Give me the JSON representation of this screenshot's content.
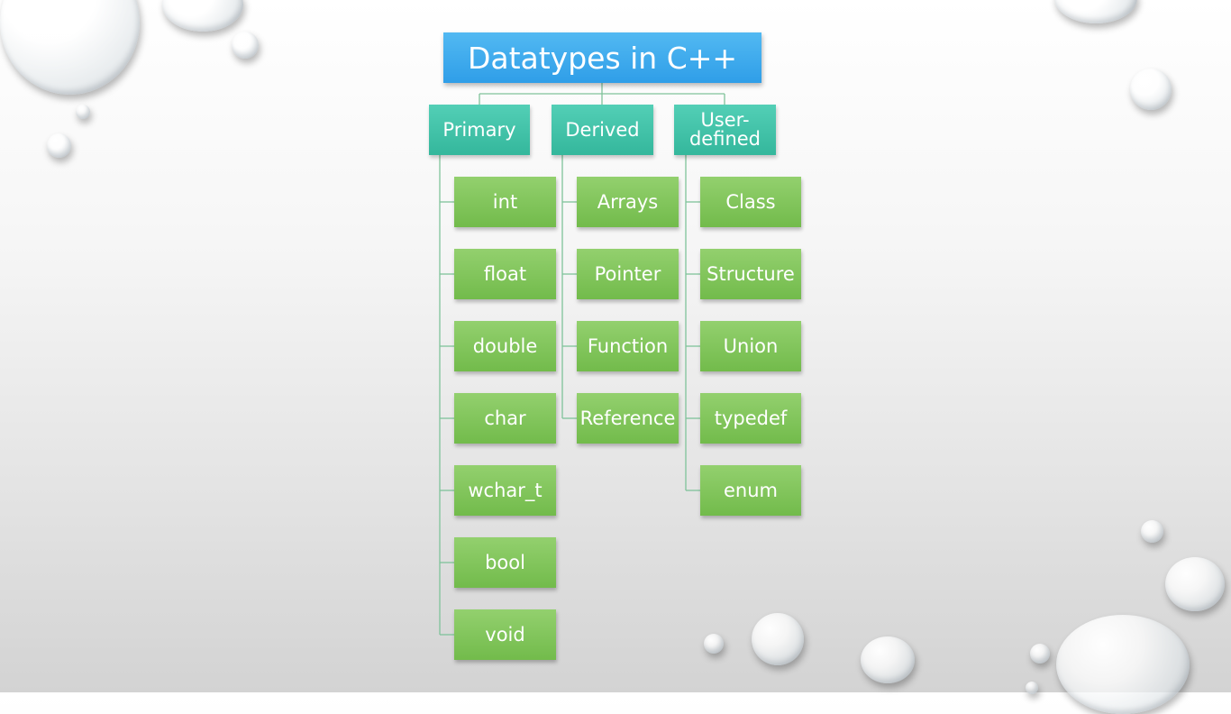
{
  "diagram": {
    "title": "Datatypes in C++",
    "categories": [
      {
        "label": "Primary",
        "items": [
          "int",
          "float",
          "double",
          "char",
          "wchar_t",
          "bool",
          "void"
        ]
      },
      {
        "label": "Derived",
        "items": [
          "Arrays",
          "Pointer",
          "Function",
          "Reference"
        ]
      },
      {
        "label": "User-defined",
        "items": [
          "Class",
          "Structure",
          "Union",
          "typedef",
          "enum"
        ]
      }
    ]
  },
  "colors": {
    "title_fill": "#3aa8ee",
    "category_fill": "#42c4a8",
    "item_fill": "#80c55b",
    "connector": "#7fc39a"
  }
}
